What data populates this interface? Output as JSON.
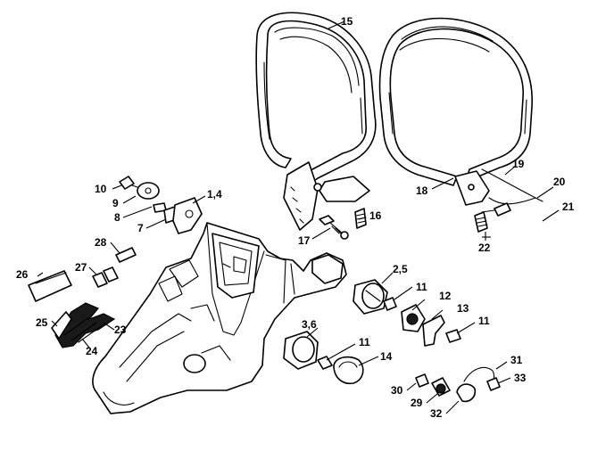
{
  "callouts": {
    "c15": "15",
    "c10": "10",
    "c9": "9",
    "c8": "8",
    "c7": "7",
    "c1_4": "1,4",
    "c16": "16",
    "c17": "17",
    "c18": "18",
    "c19": "19",
    "c20": "20",
    "c21": "21",
    "c22": "22",
    "c28": "28",
    "c26": "26",
    "c27": "27",
    "c25": "25",
    "c23": "23",
    "c24": "24",
    "c2_5": "2,5",
    "c11a": "11",
    "c12": "12",
    "c13": "13",
    "c11b": "11",
    "c3_6": "3,6",
    "c11c": "11",
    "c14": "14",
    "c31": "31",
    "c33": "33",
    "c30": "30",
    "c29": "29",
    "c32": "32"
  }
}
